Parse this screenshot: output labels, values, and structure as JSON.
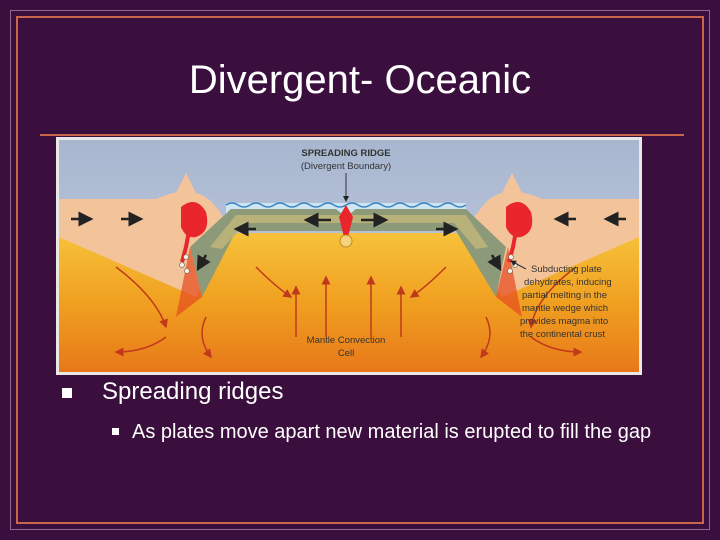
{
  "slide": {
    "title": "Divergent- Oceanic",
    "bullets": [
      {
        "text": "Spreading ridges",
        "sub": [
          "As plates move apart new material is erupted to fill the gap"
        ]
      }
    ]
  },
  "diagram": {
    "heading": "SPREADING RIDGE",
    "subheading": "(Divergent Boundary)",
    "label_convection_1": "Mantle Convection",
    "label_convection_2": "Cell",
    "label_subduct": [
      "Subducting plate",
      "dehydrates, inducing",
      "partial melting in the",
      "mantle wedge which",
      "provides magma into",
      "the continental crust"
    ]
  },
  "colors": {
    "background": "#3a0f3e",
    "accent_rule": "#c7664a",
    "text": "#ffffff"
  }
}
